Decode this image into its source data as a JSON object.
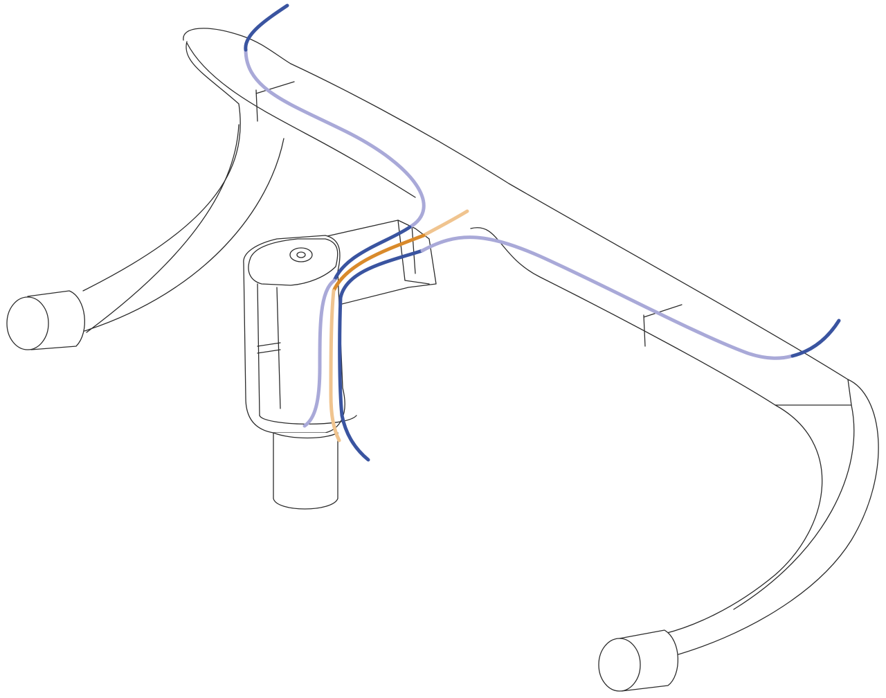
{
  "diagram": {
    "colors": {
      "outline": "#2a2a2a",
      "cable_dark_blue": "#3a54a0",
      "cable_light_lavender": "#a9a9d8",
      "cable_dark_orange": "#d98a2b",
      "cable_light_orange": "#f0c48f",
      "background": "#ffffff"
    },
    "parts": [
      "handlebar",
      "stem",
      "steerer",
      "left-bar-end",
      "right-bar-end",
      "cables"
    ]
  }
}
